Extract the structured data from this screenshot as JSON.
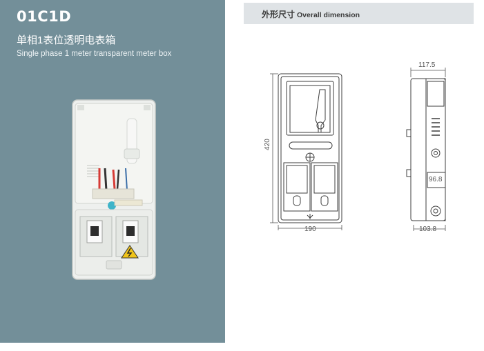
{
  "product": {
    "model_code": "01C1D",
    "title_cn": "单相1表位透明电表箱",
    "title_en": "Single phase 1 meter transparent meter box"
  },
  "section_header": {
    "label_cn": "外形尺寸",
    "label_en": "Overall dimension"
  },
  "dimensions": {
    "height": "420",
    "width": "190",
    "depth_top": "117.5",
    "depth_mid": "96.8",
    "depth_bottom": "103.8"
  },
  "colors": {
    "panel_bg": "#738f99",
    "header_bg": "#dfe3e6",
    "warning_yellow": "#f0c419"
  },
  "icons": {
    "warning": "lightning-warning-icon"
  }
}
